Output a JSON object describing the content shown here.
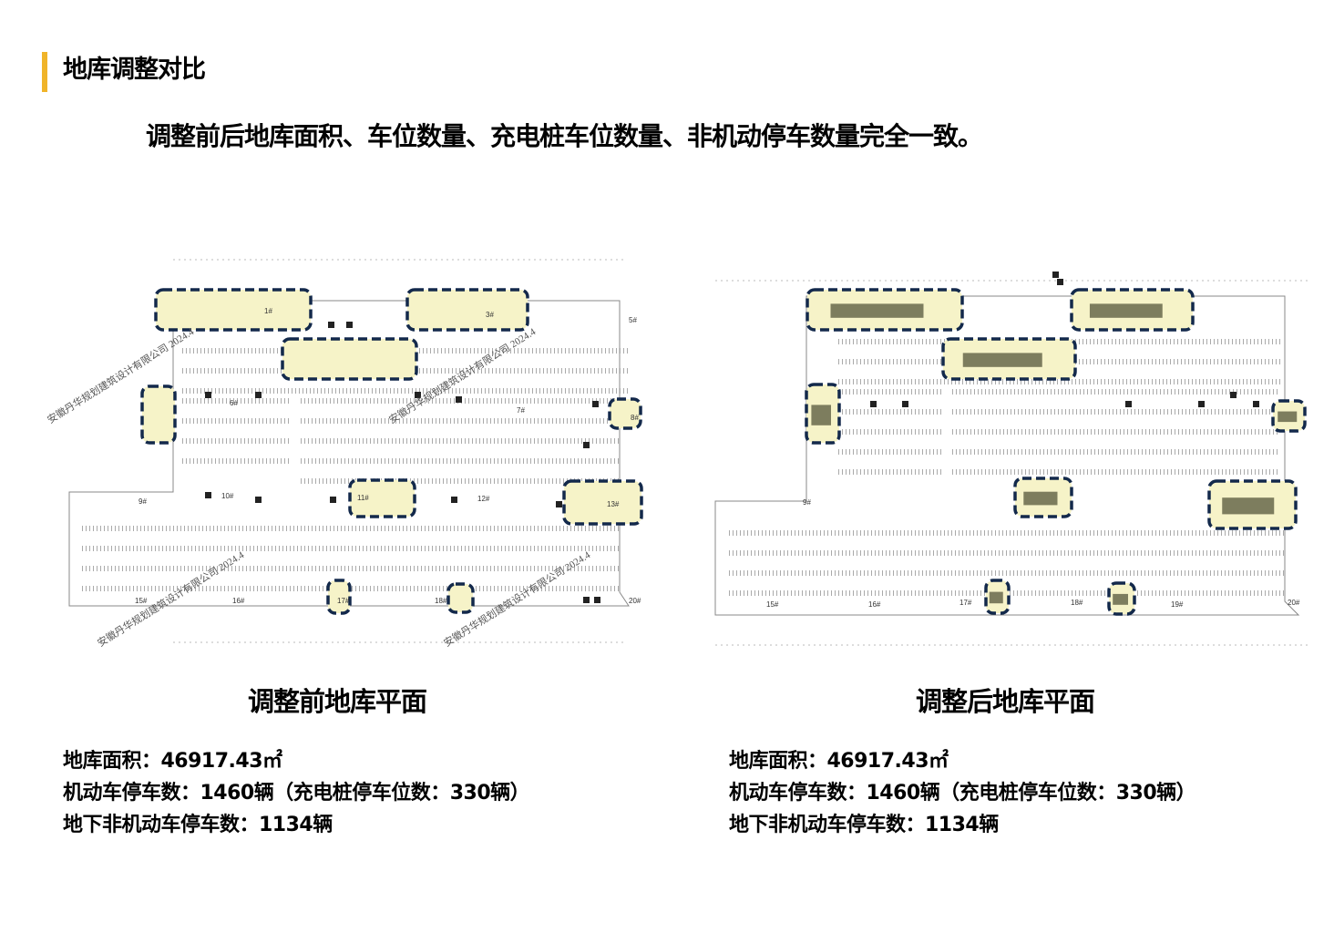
{
  "header": {
    "title": "地库调整对比",
    "accent_color": "#f0b429"
  },
  "summary": "调整前后地库面积、车位数量、充电桩车位数量、非机动停车数量完全一致。",
  "plans": [
    {
      "caption": "调整前地库平面",
      "watermark": "安徽丹华规划建筑设计有限公司  2024.4",
      "building_labels": [
        "1#",
        "3#",
        "5#",
        "6#",
        "7#",
        "8#",
        "9#",
        "10#",
        "11#",
        "12#",
        "13#",
        "15#",
        "16#",
        "17#",
        "18#",
        "20#"
      ],
      "stats": {
        "area": "地库面积：46917.43㎡",
        "vehicles": "机动车停车数：1460辆（充电桩停车位数：330辆）",
        "non_motor": "地下非机动车停车数：1134辆"
      }
    },
    {
      "caption": "调整后地库平面",
      "building_labels": [
        "9#",
        "15#",
        "16#",
        "17#",
        "18#",
        "19#",
        "20#"
      ],
      "stats": {
        "area": "地库面积：46917.43㎡",
        "vehicles": "机动车停车数：1460辆（充电桩停车位数：330辆）",
        "non_motor": "地下非机动车停车数：1134辆"
      }
    }
  ],
  "colors": {
    "highlight_fill": "#f6f3c8",
    "highlight_stroke": "#13294b"
  }
}
